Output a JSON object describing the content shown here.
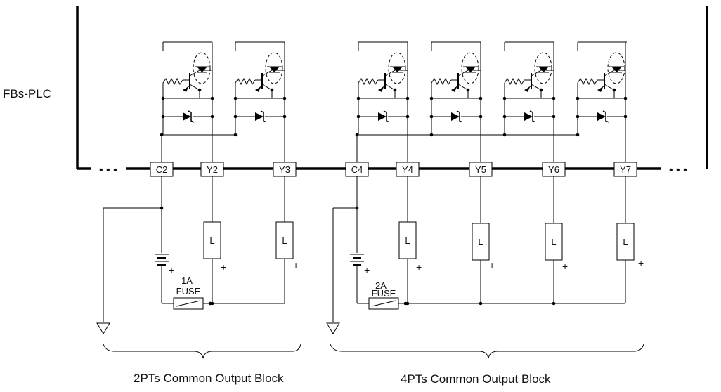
{
  "plc_label": "FBs-PLC",
  "ellipsis": "• • •",
  "terminals": [
    "C2",
    "Y2",
    "Y3",
    "C4",
    "Y4",
    "Y5",
    "Y6",
    "Y7"
  ],
  "load_symbol": "L",
  "plus": "+",
  "fuses": [
    {
      "rating": "1A",
      "label": "FUSE"
    },
    {
      "rating": "2A",
      "label": "FUSE"
    }
  ],
  "blocks": [
    {
      "label": "2PTs Common Output Block"
    },
    {
      "label": "4PTs Common Output Block"
    }
  ]
}
